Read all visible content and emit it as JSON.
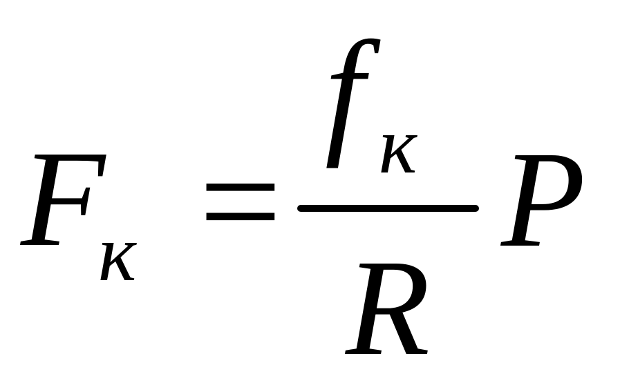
{
  "formula": {
    "lhs_symbol": "F",
    "lhs_subscript": "к",
    "equals": "=",
    "numerator_symbol": "f",
    "numerator_subscript": "к",
    "denominator_symbol": "R",
    "factor_symbol": "P"
  },
  "colors": {
    "ink": "#000000",
    "background": "#ffffff"
  }
}
